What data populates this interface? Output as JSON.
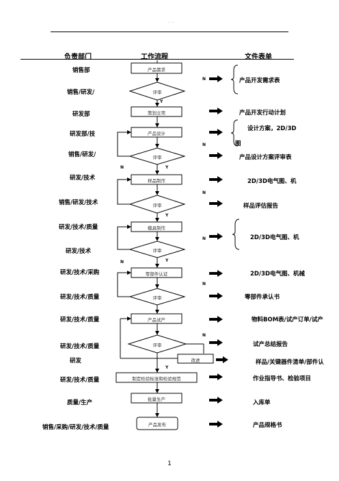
{
  "header": {
    "note": "· · · ·"
  },
  "columns": {
    "dept": "负责部门",
    "flow": "工作流程",
    "docs": "文件表单"
  },
  "departments": [
    "销售部",
    "销售/研发/",
    "研发部",
    "研发部/技",
    "销售/研发/",
    "研发/技术",
    "销售/研发/技术",
    "研发/技术/质量",
    "研发/技术",
    "研发/技术/采购",
    "研发/技术/质量",
    "研发/技术/质量",
    "研发/技术/质量",
    "研发",
    "研发/技术/质量",
    "质量/生产",
    "销售/采购/研发/技术/质量"
  ],
  "steps": [
    "产品需求",
    "评审",
    "策划立项",
    "产品设计",
    "评审",
    "样品制作",
    "评审",
    "模具制作",
    "评审",
    "零部件认证",
    "评审",
    "产品试产",
    "评审",
    "改进",
    "制定检验标准和检验规范",
    "批量生产",
    "产品发布"
  ],
  "decision_labels": {
    "no": "N",
    "yes": "Y"
  },
  "documents": [
    "产品开发需求表",
    "产品开发行动计划",
    "设计方案，2D/3D",
    "图",
    "产品设计方案评审表",
    "2D/3D电气图、机",
    "样品评估报告",
    "2D/3D电气图、机",
    "2D/3D电气图、机械",
    "零部件承认书",
    "物料BOM表/试产订单/试产",
    "试产总结报告",
    "样品/关键器件清单/部件认",
    "作业指导书、检验项目",
    "入库单",
    "产品规格书"
  ],
  "page": {
    "number": "1"
  }
}
